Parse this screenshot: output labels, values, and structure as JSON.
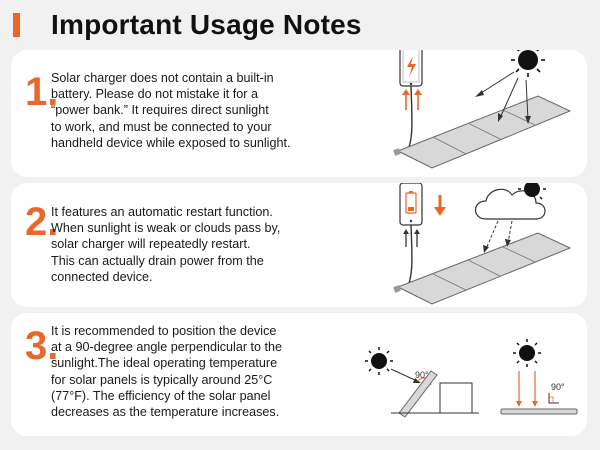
{
  "title": "Important Usage Notes",
  "colors": {
    "accent": "#e8682c",
    "panel": "#d8d8d8",
    "card": "#ffffff",
    "background": "#f1f1f1"
  },
  "notes": [
    {
      "number": "1.",
      "text": "Solar charger does not contain a built-in\nbattery. Please do not mistake it for a\n“power bank.” It requires direct sunlight\nto work, and must be connected to your\nhandheld device while exposed to sunlight."
    },
    {
      "number": "2.",
      "text": "It features an automatic restart function.\nWhen sunlight is weak or clouds pass by,\nsolar charger will repeatedly restart.\nThis can actually drain power from the\nconnected device."
    },
    {
      "number": "3.",
      "text": "It is recommended to position the device\nat a 90-degree angle perpendicular to the\nsunlight.The ideal operating temperature\nfor solar panels is typically around 25°C\n(77°F). The efficiency of the solar panel\ndecreases as the temperature increases."
    }
  ],
  "illustrations": {
    "angle_label_tilted": "90°",
    "angle_label_flat": "90°",
    "icons": [
      "phone-charging-icon",
      "sun-icon",
      "phone-draining-icon",
      "cloud-icon",
      "solar-panel-icon"
    ]
  }
}
